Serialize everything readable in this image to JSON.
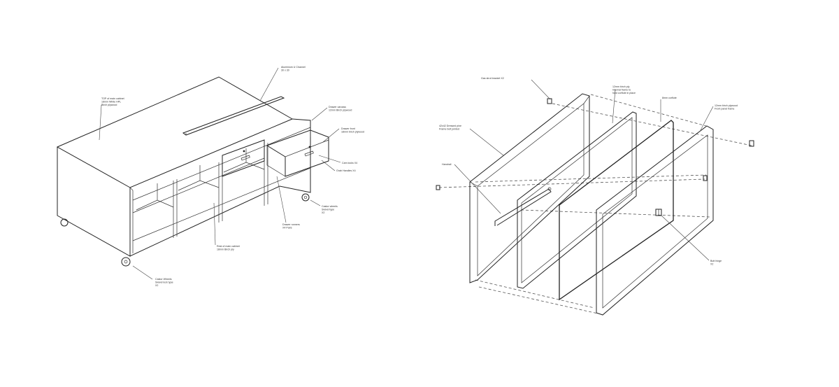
{
  "left_view": {
    "labels": {
      "aluminium_channel": [
        "Aluminium U Channel",
        "30 x 30"
      ],
      "top_main_cabinet": [
        "TOP of main cabinet",
        "18mm White HPL",
        "Birch plywood"
      ],
      "drawer_carcass": [
        "Drawer carcass",
        "12mm Birch plywood"
      ],
      "drawer_front": [
        "Drawer front",
        "18mm birch plywood"
      ],
      "cam_locks": [
        "Cam locks X4"
      ],
      "grab_handles": [
        "Grab Handles X4"
      ],
      "castor_wheels_right": [
        "Castor wheels",
        "Swivel type",
        "X2"
      ],
      "drawer_runners": [
        "Drawer runners",
        "X4 Pairs"
      ],
      "rest_main_cabinet": [
        "Rest of main cabinet",
        "18mm Birch ply"
      ],
      "castor_wheels_left": [
        "Castor Wheels",
        "Swivel lock type",
        "X2"
      ]
    }
  },
  "right_view": {
    "labels": {
      "gas_strut": [
        "Gas strut bracket X2"
      ],
      "dressed_pine_frame": [
        "42x42 Dressed pine",
        "Frame butt jointed"
      ],
      "handrail": [
        "Handrail"
      ],
      "internal_frame": [
        "12mm birch ply",
        "Internal frame to",
        "hold corflute in place"
      ],
      "corflute": [
        "8mm corflute"
      ],
      "front_panel_frame": [
        "12mm birch plywood",
        "Front panel frame"
      ],
      "butt_hinge": [
        "Butt hinge",
        "X2"
      ]
    }
  }
}
